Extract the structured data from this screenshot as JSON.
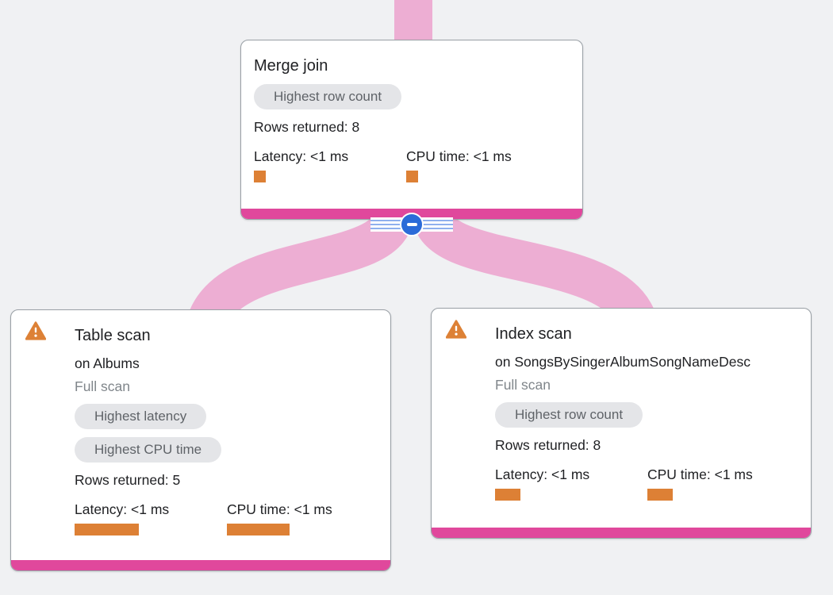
{
  "colors": {
    "background": "#f0f1f3",
    "card_background": "#ffffff",
    "card_border": "#9aa0a6",
    "accent_bar_pink": "#e0489c",
    "edge_ribbon_pink": "#edaed3",
    "metric_bar_orange": "#dd8035",
    "warning_orange": "#dd8136",
    "badge_background": "#e4e5e8",
    "badge_text": "#5f6368",
    "collapse_button_blue": "#2b6bd8",
    "stripe_blue": "#8fb0ee",
    "text_primary": "#202124",
    "text_muted": "#80868b"
  },
  "icons": {
    "warning": "warning-triangle",
    "collapse": "minus-in-circle"
  },
  "nodes": {
    "merge_join": {
      "title": "Merge join",
      "badges": [
        "Highest row count"
      ],
      "rows_returned": "Rows returned: 8",
      "metrics": {
        "latency": "Latency: <1 ms",
        "cpu": "CPU time: <1 ms"
      }
    },
    "table_scan": {
      "title": "Table scan",
      "subtitle": "on Albums",
      "scan_type": "Full scan",
      "badges": [
        "Highest latency",
        "Highest CPU time"
      ],
      "rows_returned": "Rows returned: 5",
      "metrics": {
        "latency": "Latency: <1 ms",
        "cpu": "CPU time: <1 ms"
      }
    },
    "index_scan": {
      "title": "Index scan",
      "subtitle": "on SongsBySingerAlbumSongNameDesc",
      "scan_type": "Full scan",
      "badges": [
        "Highest row count"
      ],
      "rows_returned": "Rows returned: 8",
      "metrics": {
        "latency": "Latency: <1 ms",
        "cpu": "CPU time: <1 ms"
      }
    }
  },
  "bars": {
    "merge_join": {
      "latency": "width:15px;height:15px",
      "cpu": "width:15px;height:15px"
    },
    "table_scan": {
      "latency": "width:81px;height:15px",
      "cpu": "width:79px;height:15px"
    },
    "index_scan": {
      "latency": "width:32px;height:15px",
      "cpu": "width:32px;height:15px"
    }
  }
}
